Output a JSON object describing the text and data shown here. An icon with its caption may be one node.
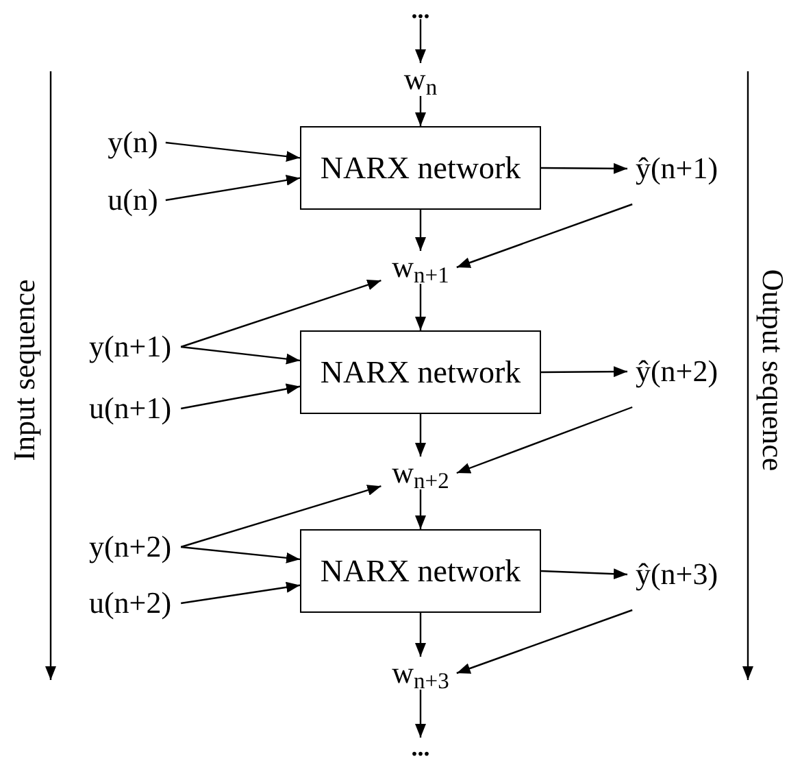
{
  "diagram": {
    "nodes": [
      {
        "text": [
          "..."
        ]
      },
      {
        "text": [
          "w$_{n}$"
        ]
      },
      {
        "text": [
          "y(n)"
        ]
      },
      {
        "text": [
          "u(n)"
        ]
      },
      {
        "text": [
          "NARX network"
        ]
      },
      {
        "text": [
          "ŷ(n+1)"
        ]
      },
      {
        "text": [
          "w$_{n+1}$"
        ]
      },
      {
        "text": [
          "y(n+1)"
        ]
      },
      {
        "text": [
          "u(n+1)"
        ]
      },
      {
        "text": [
          "NARX network"
        ]
      },
      {
        "text": [
          "ŷ(n+2)"
        ]
      },
      {
        "text": [
          "w$_{n+2}$"
        ]
      },
      {
        "text": [
          "y(n+2)"
        ]
      },
      {
        "text": [
          "u(n+2)"
        ]
      },
      {
        "text": [
          "NARX network"
        ]
      },
      {
        "text": [
          "ŷ(n+3)"
        ]
      },
      {
        "text": [
          "w$_{n+3}$"
        ]
      },
      {
        "text": [
          "..."
        ]
      }
    ],
    "edges": [
      {
        "from": 0,
        "to": 1,
        "arrow": "to"
      },
      {
        "from": 1,
        "to": 4,
        "arrow": "to"
      },
      {
        "from": 2,
        "to": 4,
        "arrow": "to"
      },
      {
        "from": 3,
        "to": 4,
        "arrow": "to"
      },
      {
        "from": 4,
        "to": 5,
        "arrow": "to"
      },
      {
        "from": 4,
        "to": 6,
        "arrow": "to"
      },
      {
        "from": 5,
        "to": 6,
        "arrow": "to"
      },
      {
        "from": 7,
        "to": 6,
        "arrow": "to"
      },
      {
        "from": 7,
        "to": 9,
        "arrow": "to"
      },
      {
        "from": 8,
        "to": 9,
        "arrow": "to"
      },
      {
        "from": 6,
        "to": 9,
        "arrow": "to"
      },
      {
        "from": 9,
        "to": 10,
        "arrow": "to"
      },
      {
        "from": 9,
        "to": 11,
        "arrow": "to"
      },
      {
        "from": 10,
        "to": 11,
        "arrow": "to"
      },
      {
        "from": 12,
        "to": 11,
        "arrow": "to"
      },
      {
        "from": 12,
        "to": 14,
        "arrow": "to"
      },
      {
        "from": 13,
        "to": 14,
        "arrow": "to"
      },
      {
        "from": 11,
        "to": 14,
        "arrow": "to"
      },
      {
        "from": 14,
        "to": 15,
        "arrow": "to"
      },
      {
        "from": 14,
        "to": 16,
        "arrow": "to"
      },
      {
        "from": 15,
        "to": 16,
        "arrow": "to"
      },
      {
        "from": 16,
        "to": 17,
        "arrow": "to"
      }
    ],
    "labels": [
      "Input sequence",
      "Output sequence"
    ]
  }
}
